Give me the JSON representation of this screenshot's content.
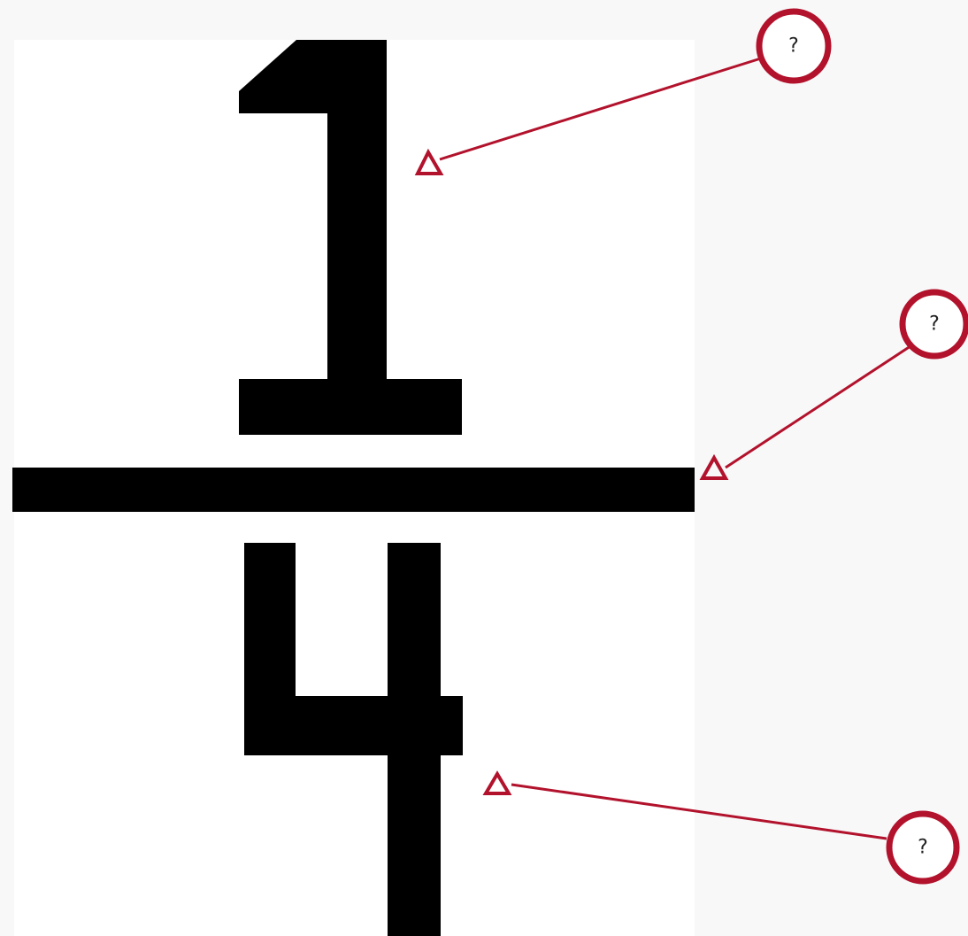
{
  "fraction": {
    "numerator": "1",
    "denominator": "4"
  },
  "callouts": [
    {
      "label": "?",
      "target": "numerator"
    },
    {
      "label": "?",
      "target": "fraction-bar"
    },
    {
      "label": "?",
      "target": "denominator"
    }
  ],
  "colors": {
    "background": "#f8f8f9",
    "panel": "#ffffff",
    "glyph": "#000000",
    "accent": "#b2122c"
  }
}
